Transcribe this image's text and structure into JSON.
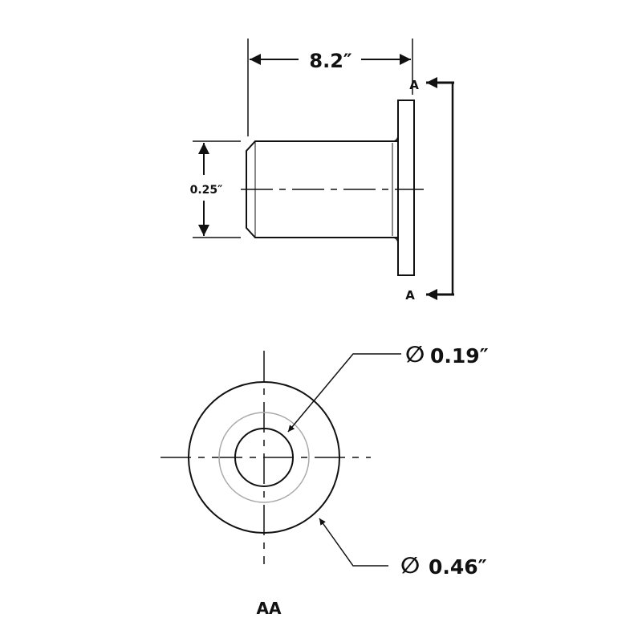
{
  "drawing": {
    "dimensions": {
      "length_label": "8.2″",
      "shank_diameter_label": "0.25″",
      "hole_diameter_label": "0.19″",
      "flange_diameter_label": "0.46″",
      "diameter_symbol": "∅"
    },
    "section": {
      "marker_top": "A",
      "marker_bottom": "A",
      "view_title": "AA"
    },
    "colors": {
      "line": "#111111",
      "hidden_line": "#aaaaaa"
    }
  }
}
